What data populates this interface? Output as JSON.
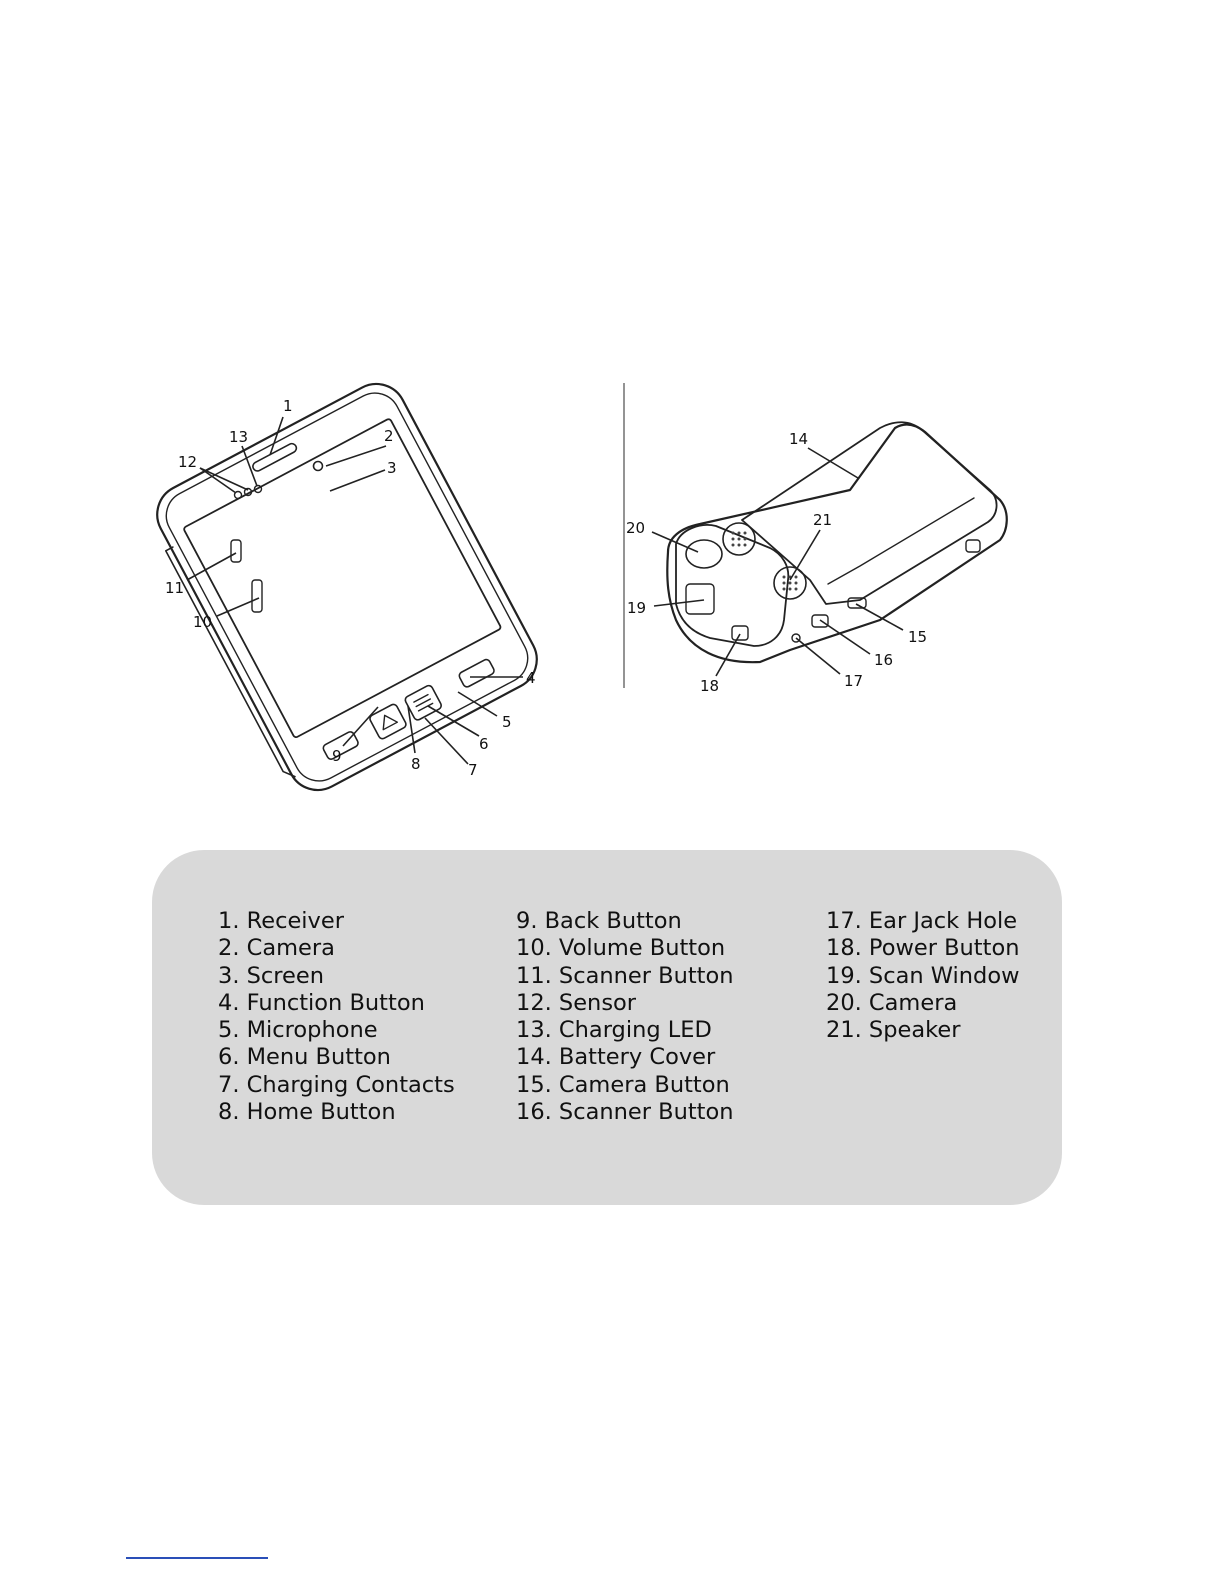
{
  "callouts": {
    "front": [
      "1",
      "2",
      "3",
      "4",
      "5",
      "6",
      "7",
      "8",
      "9",
      "10",
      "11",
      "12",
      "13"
    ],
    "back": [
      "14",
      "15",
      "16",
      "17",
      "18",
      "19",
      "20",
      "21"
    ]
  },
  "parts": {
    "columns": [
      [
        "1.  Receiver",
        "2.  Camera",
        "3.  Screen",
        "4.  Function Button",
        "5.  Microphone",
        "6.  Menu Button",
        "7.  Charging Contacts",
        "8.  Home Button"
      ],
      [
        "9. Back Button",
        "10. Volume Button",
        "11. Scanner Button",
        "12. Sensor",
        "13. Charging LED",
        "14. Battery Cover",
        "15. Camera Button",
        "16. Scanner Button"
      ],
      [
        "17. Ear Jack Hole",
        "18. Power Button",
        "19. Scan Window",
        "20. Camera",
        "21. Speaker"
      ]
    ]
  },
  "colors": {
    "panel": "#d9d9d9",
    "footer_rule": "#2a4fb8",
    "ink": "#111111"
  }
}
